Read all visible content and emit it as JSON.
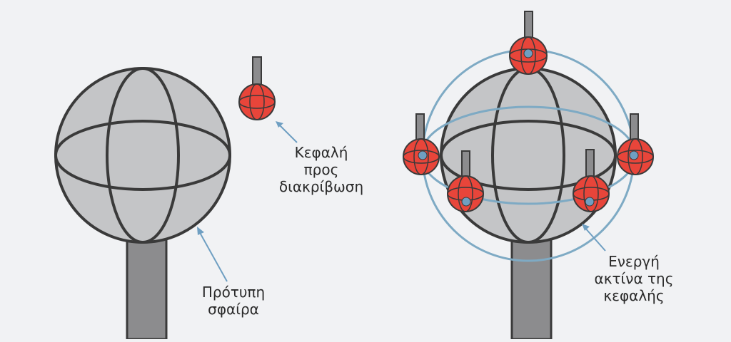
{
  "labels": {
    "standard_sphere": [
      "Πρότυπη",
      "σφαίρα"
    ],
    "probe_head": [
      "Κεφαλή",
      "προς",
      "διακρίβωση"
    ],
    "effective_radius": [
      "Ενεργή",
      "ακτίνα της",
      "κεφαλής"
    ]
  },
  "colors": {
    "sphere_fill": "#c4c5c7",
    "sphere_stroke": "#3a3a3a",
    "stem_fill": "#8c8c8e",
    "probe_red": "#e8453a",
    "orbit_blue": "#7eaac4",
    "marker_blue": "#6f9fc2"
  }
}
